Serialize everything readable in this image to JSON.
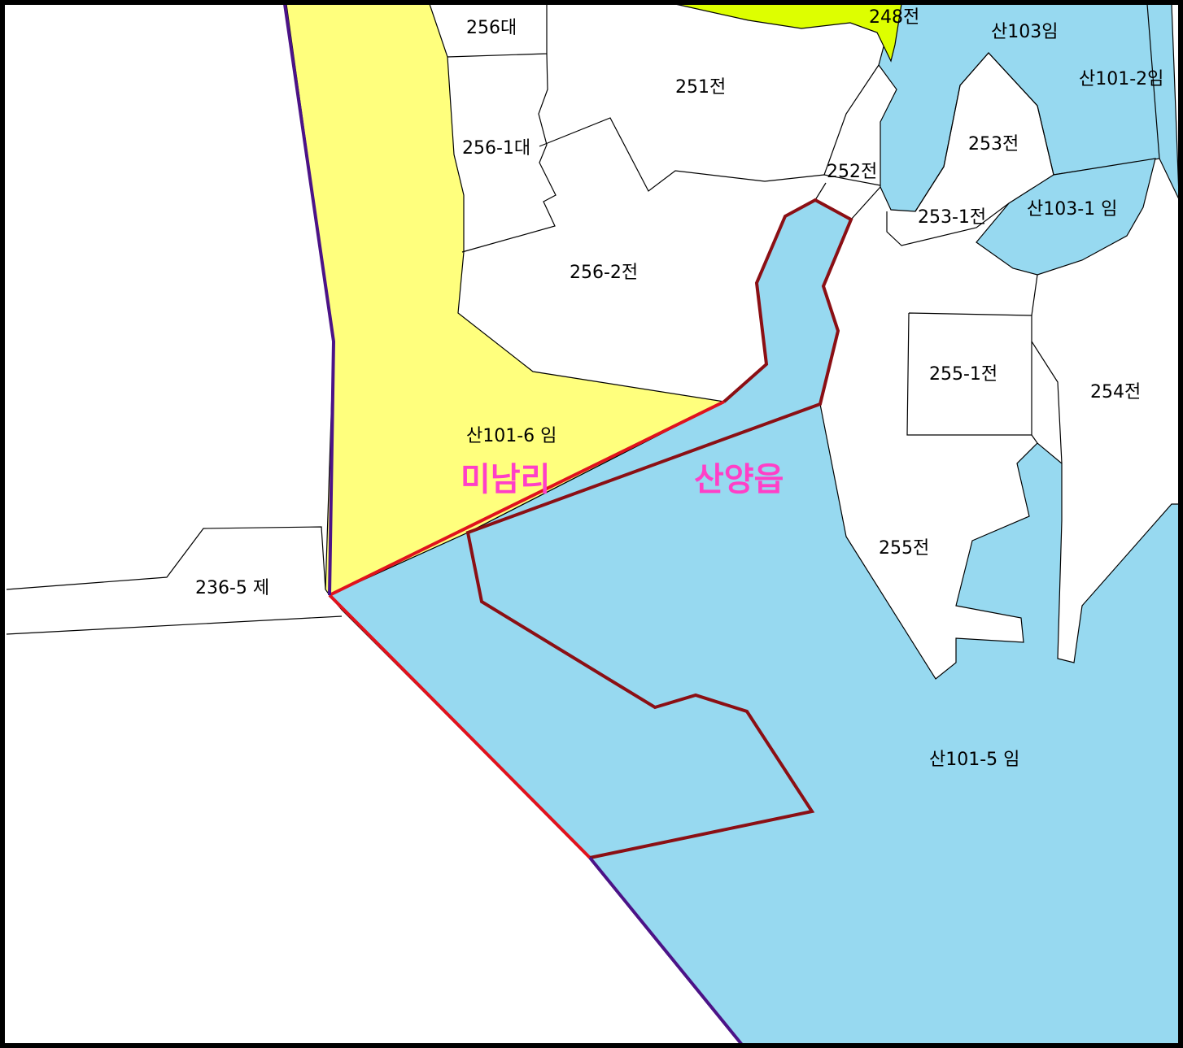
{
  "colors": {
    "forest_blue": "#97d9f0",
    "yellow_parcel": "#ffff7d",
    "green_yellow": "#ddff00",
    "boundary_red": "#e0121d",
    "boundary_darkred": "#8b0f14",
    "admin_purple": "#4b1387",
    "area_label_magenta": "#ff3fc7",
    "frame": "#000000"
  },
  "parcels": {
    "p_248": "248전",
    "p_san103": "산103임",
    "p_san101_2": "산101-2임",
    "p_256": "256대",
    "p_251": "251전",
    "p_256_1": "256-1대",
    "p_253": "253전",
    "p_252": "252전",
    "p_253_1": "253-1전",
    "p_san103_1": "산103-1 임",
    "p_256_2": "256-2전",
    "p_255_1": "255-1전",
    "p_254": "254전",
    "p_san101_6": "산101-6 임",
    "p_236_5": "236-5 제",
    "p_255": "255전",
    "p_san101_5": "산101-5 임"
  },
  "areas": {
    "minam_ri": "미남리",
    "sanyang_eup": "산양읍"
  }
}
